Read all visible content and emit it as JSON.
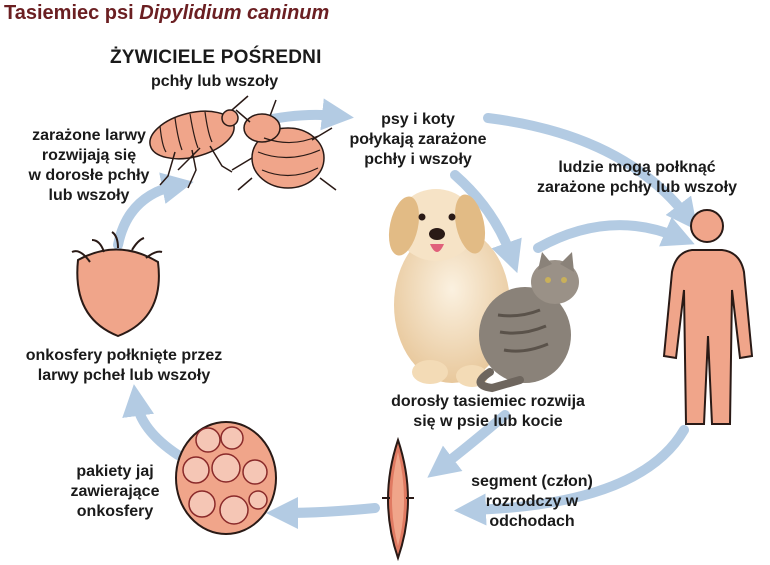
{
  "title": {
    "prefix": "Tasiemiec psi",
    "species": "Dipylidium caninum"
  },
  "labels": {
    "intermediate_hosts_heading": "ŻYWICIELE POŚREDNI",
    "intermediate_hosts_sub": "pchły lub wszoły",
    "larvae_develop": [
      "zarażone larwy",
      "rozwijają się",
      "w dorosłe pchły",
      "lub wszoły"
    ],
    "dogs_cats_swallow": [
      "psy i koty",
      "połykają zarażone",
      "pchły i wszoły"
    ],
    "humans_swallow": [
      "ludzie mogą połknąć",
      "zarażone pchły lub wszoły"
    ],
    "adult_develops": [
      "dorosły tasiemiec rozwija",
      "się w psie lub kocie"
    ],
    "oncospheres_swallowed": [
      "onkosfery połknięte przez",
      "larwy pcheł lub wszoły"
    ],
    "egg_packets": [
      "pakiety jaj",
      "zawierające",
      "onkosfery"
    ],
    "segment": [
      "segment (człon)",
      "rozrodczy w",
      "odchodach"
    ]
  },
  "colors": {
    "title": "#6b1f22",
    "arrow": "#b3cbe3",
    "flesh": "#f0a58a",
    "flesh_dark": "#e07a62",
    "outline": "#2a1a16"
  }
}
